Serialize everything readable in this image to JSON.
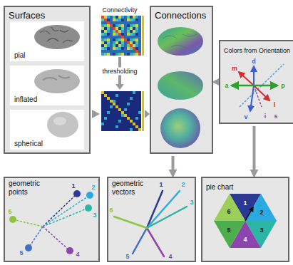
{
  "diagram": {
    "nodes": [
      {
        "text": [
          "Surfaces"
        ]
      },
      {
        "text": [
          "pial"
        ],
        "in": 0
      },
      {
        "text": [
          "inflated"
        ],
        "in": 0
      },
      {
        "text": [
          "spherical"
        ],
        "in": 0
      },
      {
        "text": [
          "Connections"
        ]
      },
      {
        "text": [
          "Colors from Orientation"
        ]
      },
      {
        "text": [
          "geometric points"
        ]
      },
      {
        "text": [
          "geometric vectors"
        ]
      },
      {
        "text": [
          "pie chart"
        ]
      }
    ],
    "edges": [
      {
        "from": 5,
        "to": 4,
        "arrow": "to"
      },
      {
        "from": 4,
        "to": 7,
        "arrow": "to"
      },
      {
        "from": 5,
        "to": 8,
        "arrow": "to"
      }
    ],
    "labels": [
      "Connectivity",
      "thresholding",
      "d",
      "m",
      "a",
      "p",
      "l",
      "v",
      "i",
      "s",
      "1",
      "2",
      "3",
      "4",
      "5",
      "6",
      "1",
      "2",
      "3",
      "4",
      "5",
      "6",
      "1",
      "2",
      "3",
      "4",
      "5",
      "6"
    ]
  }
}
